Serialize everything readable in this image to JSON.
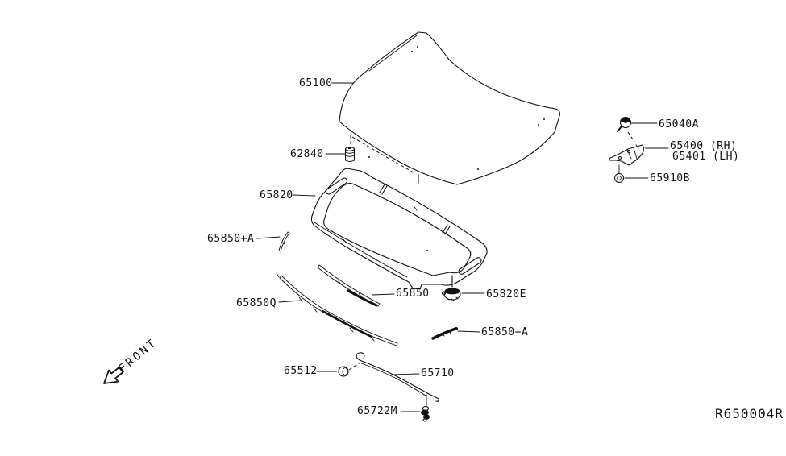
{
  "diagram": {
    "ref_code": "R650004R",
    "front_indicator": "FRONT",
    "colors": {
      "line": "#111111",
      "background": "#ffffff"
    }
  },
  "labels": {
    "hood_panel": "65100",
    "seal_hood": "62840",
    "insulator_hood": "65820",
    "seal_side_left": "65850+A",
    "seal_front_q": "65850Q",
    "seal_center": "65850",
    "clip_insulator": "65820E",
    "seal_side_right": "65850+A",
    "grommet_rod": "65512",
    "rod_hood_support": "65710",
    "clip_rod": "65722M",
    "bolt_hinge": "65040A",
    "hinge_rh": "65400 (RH)",
    "hinge_lh": "65401 (LH)",
    "nut_hinge": "65910B"
  }
}
